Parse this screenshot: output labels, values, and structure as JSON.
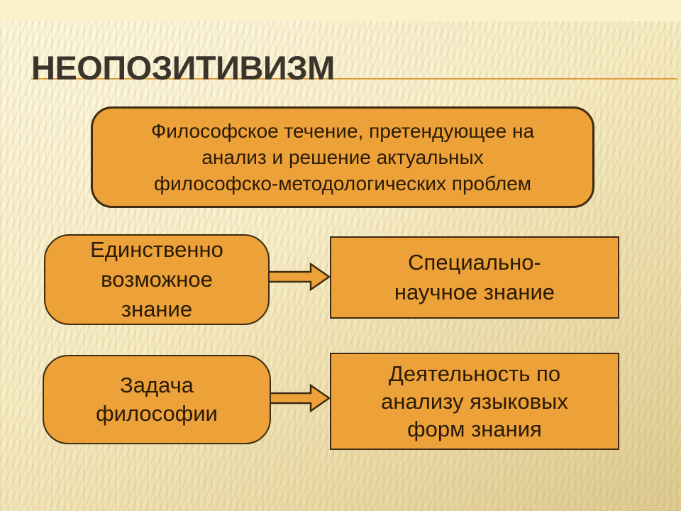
{
  "slide": {
    "title": "НЕОПОЗИТИВИЗМ",
    "definition": "Философское течение, претендующее на\nанализ и решение актуальных\nфилософско-методологических проблем",
    "rows": [
      {
        "source": "Единственно\nвозможное\nзнание",
        "target": "Специально-\nнаучное знание"
      },
      {
        "source": "Задача\nфилософии",
        "target": "Деятельность по\nанализу языковых\nформ знания"
      }
    ]
  },
  "icons": {
    "arrow": "right-block-arrow"
  },
  "colors": {
    "box_fill": "#EDA139",
    "box_border": "#3E2B10",
    "text_color": "#2A1B07",
    "title_color": "#3C332B",
    "underline_color": "#DA9A35",
    "background_light": "#FAF1CE",
    "background_dark": "#DCC88C",
    "top_strip": "#FBF1CB"
  }
}
